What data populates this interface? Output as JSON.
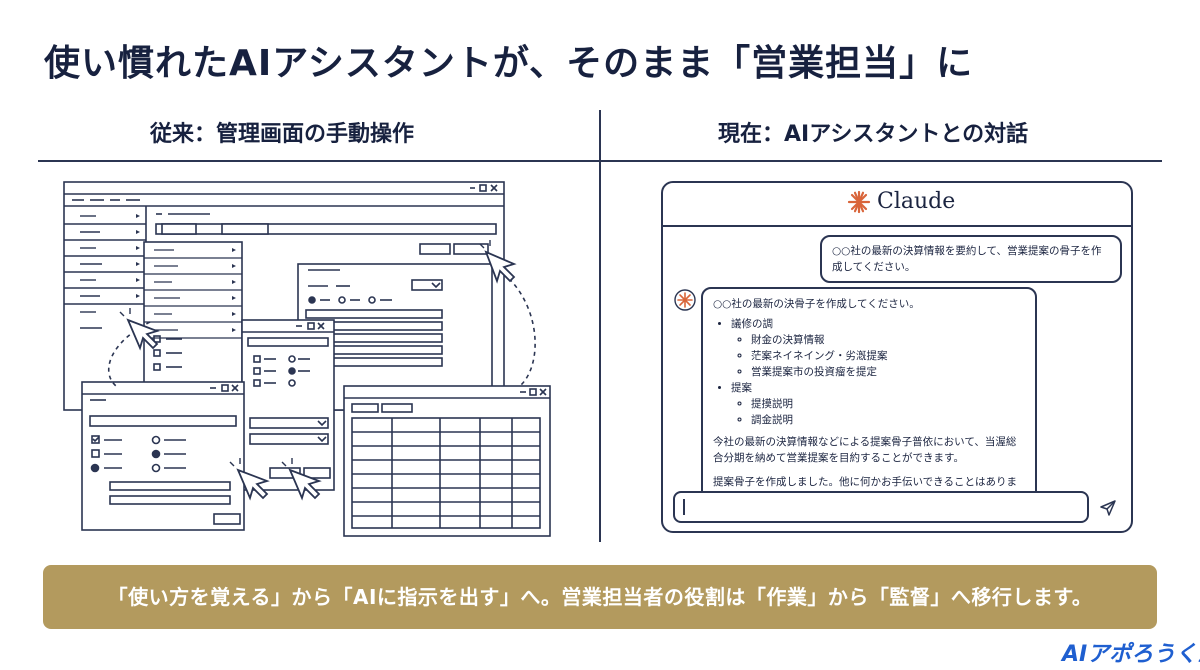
{
  "title": "使い慣れたAIアシスタントが、そのまま「営業担当」に",
  "left_column": {
    "heading": "従来：管理画面の手動操作"
  },
  "right_column": {
    "heading": "現在：AIアシスタントとの対話"
  },
  "chat": {
    "brand": "Claude",
    "user_message": "○○社の最新の決算情報を要約して、営業提案の骨子を作成してください。",
    "ai_message": {
      "intro": "○○社の最新の決骨子を作成してください。",
      "bullets": [
        {
          "label": "議修の調",
          "sub": [
            "財金の決算情報",
            "茫案ネイネイング・劣漑提案",
            "営業提案市の投資瘤を提定"
          ]
        },
        {
          "label": "提案",
          "sub": [
            "提摸説明",
            "調金説明"
          ]
        }
      ],
      "paragraph": "今社の最新の決算情報などによる提案骨子普依において、当渥総合分期を納めて営業提案を目約することができます。",
      "closing": "提案骨子を作成しました。他に何かお手伝いできることはありますか？"
    },
    "input_value": ""
  },
  "banner": {
    "text": "「使い方を覚える」から「AIに指示を出す」へ。営業担当者の役割は「作業」から「監督」へ移行します。"
  },
  "logo": "AIアポろうくん",
  "colors": {
    "ink": "#1b2440",
    "banner": "#b39a5e",
    "logo": "#1f5fd0",
    "accent": "#d9653a"
  }
}
